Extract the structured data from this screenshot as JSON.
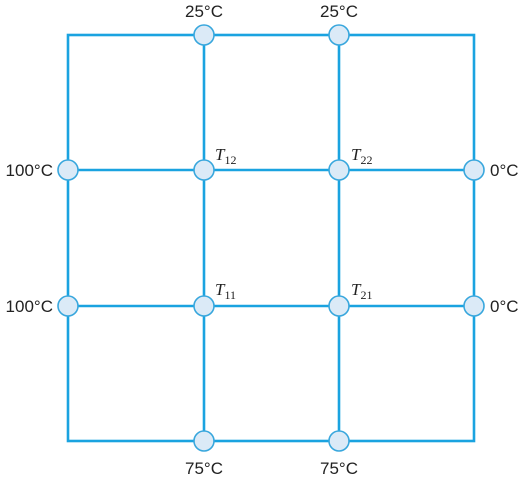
{
  "boundary_labels": {
    "top_left": "25°C",
    "top_right": "25°C",
    "left_upper": "100°C",
    "left_lower": "100°C",
    "right_upper": "0°C",
    "right_lower": "0°C",
    "bottom_left": "75°C",
    "bottom_right": "75°C"
  },
  "interior_nodes": {
    "t12": {
      "symbol": "T",
      "subscript": "12"
    },
    "t22": {
      "symbol": "T",
      "subscript": "22"
    },
    "t11": {
      "symbol": "T",
      "subscript": "11"
    },
    "t21": {
      "symbol": "T",
      "subscript": "21"
    }
  },
  "colors": {
    "grid_line": "#1aa3e0",
    "node_fill": "#dbeaf7",
    "node_stroke": "#39a7dd",
    "text": "#222222"
  }
}
